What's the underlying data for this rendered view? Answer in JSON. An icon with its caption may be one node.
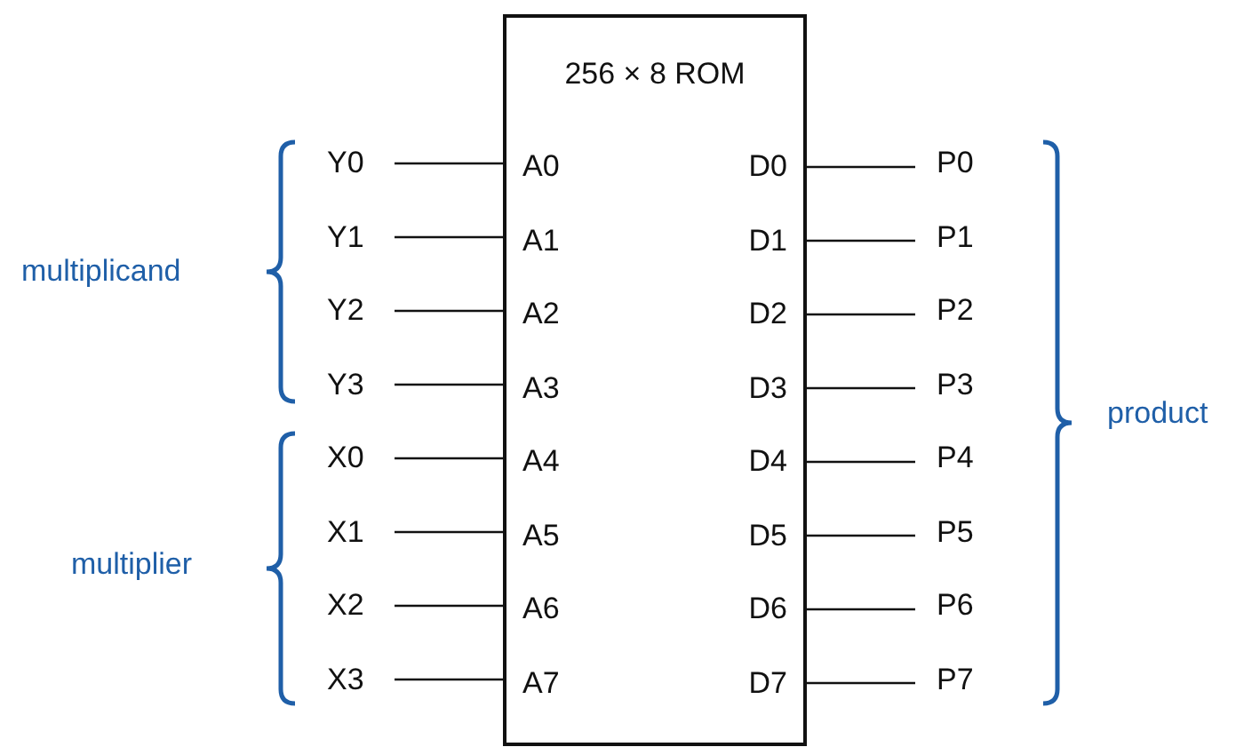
{
  "diagram": {
    "nodes": [
      {
        "text": [
          "256 × 8 ROM"
        ]
      },
      {
        "text": [
          "A0"
        ],
        "in": 0
      },
      {
        "text": [
          "A1"
        ],
        "in": 0
      },
      {
        "text": [
          "A2"
        ],
        "in": 0
      },
      {
        "text": [
          "A3"
        ],
        "in": 0
      },
      {
        "text": [
          "A4"
        ],
        "in": 0
      },
      {
        "text": [
          "A5"
        ],
        "in": 0
      },
      {
        "text": [
          "A6"
        ],
        "in": 0
      },
      {
        "text": [
          "A7"
        ],
        "in": 0
      },
      {
        "text": [
          "D0"
        ],
        "in": 0
      },
      {
        "text": [
          "D1"
        ],
        "in": 0
      },
      {
        "text": [
          "D2"
        ],
        "in": 0
      },
      {
        "text": [
          "D3"
        ],
        "in": 0
      },
      {
        "text": [
          "D4"
        ],
        "in": 0
      },
      {
        "text": [
          "D5"
        ],
        "in": 0
      },
      {
        "text": [
          "D6"
        ],
        "in": 0
      },
      {
        "text": [
          "D7"
        ],
        "in": 0
      },
      {
        "text": [
          "Y0"
        ]
      },
      {
        "text": [
          "Y1"
        ]
      },
      {
        "text": [
          "Y2"
        ]
      },
      {
        "text": [
          "Y3"
        ]
      },
      {
        "text": [
          "X0"
        ]
      },
      {
        "text": [
          "X1"
        ]
      },
      {
        "text": [
          "X2"
        ]
      },
      {
        "text": [
          "X3"
        ]
      },
      {
        "text": [
          "P0"
        ]
      },
      {
        "text": [
          "P1"
        ]
      },
      {
        "text": [
          "P2"
        ]
      },
      {
        "text": [
          "P3"
        ]
      },
      {
        "text": [
          "P4"
        ]
      },
      {
        "text": [
          "P5"
        ]
      },
      {
        "text": [
          "P6"
        ]
      },
      {
        "text": [
          "P7"
        ]
      }
    ],
    "edges": [
      {
        "from": 17,
        "to": 1,
        "arrow": "none"
      },
      {
        "from": 18,
        "to": 2,
        "arrow": "none"
      },
      {
        "from": 19,
        "to": 3,
        "arrow": "none"
      },
      {
        "from": 20,
        "to": 4,
        "arrow": "none"
      },
      {
        "from": 21,
        "to": 5,
        "arrow": "none"
      },
      {
        "from": 22,
        "to": 6,
        "arrow": "none"
      },
      {
        "from": 23,
        "to": 7,
        "arrow": "none"
      },
      {
        "from": 24,
        "to": 8,
        "arrow": "none"
      },
      {
        "from": 9,
        "to": 25,
        "arrow": "none"
      },
      {
        "from": 10,
        "to": 26,
        "arrow": "none"
      },
      {
        "from": 11,
        "to": 27,
        "arrow": "none"
      },
      {
        "from": 12,
        "to": 28,
        "arrow": "none"
      },
      {
        "from": 13,
        "to": 29,
        "arrow": "none"
      },
      {
        "from": 14,
        "to": 30,
        "arrow": "none"
      },
      {
        "from": 15,
        "to": 31,
        "arrow": "none"
      },
      {
        "from": 16,
        "to": 32,
        "arrow": "none"
      }
    ],
    "labels": [
      "multiplicand",
      "multiplier",
      "product"
    ]
  }
}
